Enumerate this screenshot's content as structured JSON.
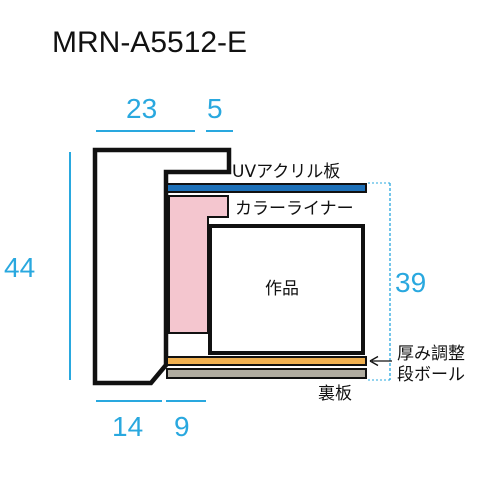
{
  "title": "MRN-A5512-E",
  "dimensions": {
    "top_left": "23",
    "top_right": "5",
    "left": "44",
    "right": "39",
    "bottom_left": "14",
    "bottom_right": "9"
  },
  "labels": {
    "uv_acrylic": "UVアクリル板",
    "color_liner": "カラーライナー",
    "artwork": "作品",
    "spacer_line1": "厚み調整",
    "spacer_line2": "段ボール",
    "back_board": "裏板"
  },
  "colors": {
    "dimension": "#29a8df",
    "acrylic": "#1d70b8",
    "liner": "#f4c6cf",
    "spacer": "#f0b050",
    "back_board": "#b0aca0",
    "outline": "#111111"
  }
}
